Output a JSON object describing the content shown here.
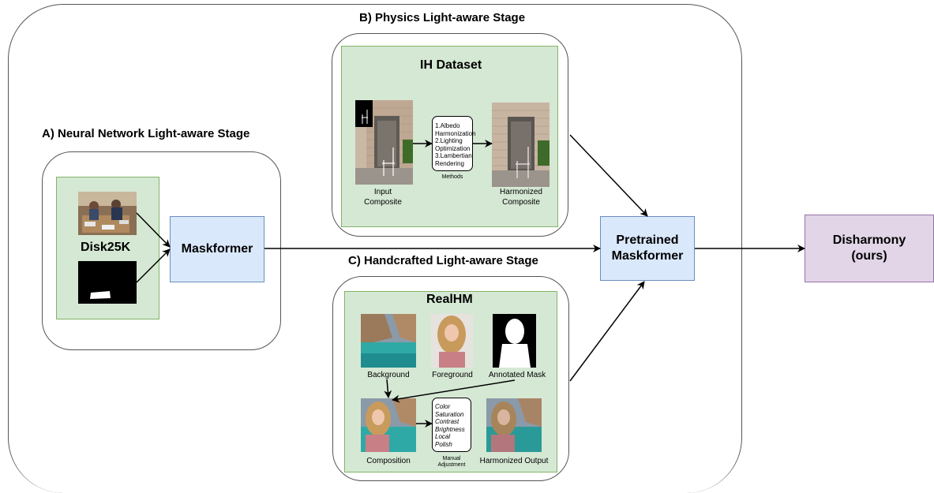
{
  "stages": {
    "a": {
      "title": "A) Neural Network Light-aware Stage",
      "dataset": "Disk25K"
    },
    "b": {
      "title": "B) Physics Light-aware Stage",
      "dataset": "IH Dataset",
      "input_label": "Input\nComposite",
      "methods": [
        "1.Albedo",
        "Harmonization",
        "2.Lighting",
        "Optimization",
        "3.Lambertian",
        "Rendering"
      ],
      "methods_caption": "Methods",
      "output_label": "Harmonized\nComposite"
    },
    "c": {
      "title": "C) Handcrafted Light-aware Stage",
      "dataset": "RealHM",
      "background_label": "Background",
      "foreground_label": "Foreground",
      "mask_label": "Annotated Mask",
      "composition_label": "Composition",
      "adjustments": [
        "Color",
        "Saturation",
        "Contrast",
        "Brightness",
        "Local Polish"
      ],
      "adjust_caption": "Manual\nAdjustment",
      "output_label": "Harmonized Output"
    }
  },
  "nodes": {
    "maskformer": "Maskformer",
    "pretrained": "Pretrained\nMaskformer",
    "disharmony": "Disharmony\n(ours)"
  },
  "colors": {
    "green_fill": "#d5e8d4",
    "green_border": "#82b366",
    "blue_fill": "#dae8fc",
    "blue_border": "#6c8ebf",
    "purple_fill": "#e1d5e7",
    "purple_border": "#9673a6"
  }
}
